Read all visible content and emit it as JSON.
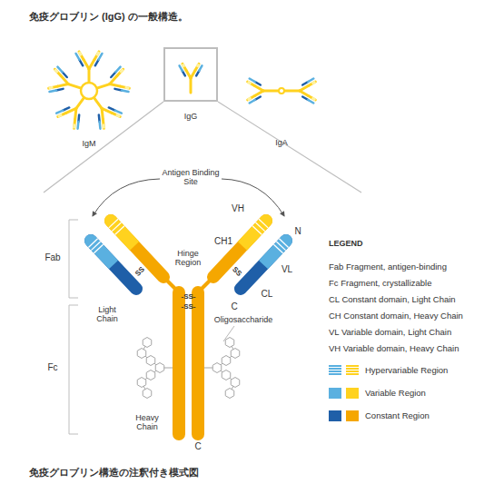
{
  "diagram": {
    "title": "免疫グロブリン (IgG) の一般構造。",
    "caption": "免疫グロブリン構造の注釈付き模式図",
    "nodes": [
      {
        "text": [
          "IgG"
        ]
      }
    ],
    "labels": [
      "IgM",
      "IgA",
      "Antigen Binding Site",
      "VH",
      "Fab",
      "CH1",
      "N",
      "Hinge Region",
      "SS",
      "SS",
      "VL",
      "-SS-",
      "-SS-",
      "LEGEND",
      "Light Chain",
      "CL",
      "C",
      "Fc",
      "Oligosaccharide",
      "Heavy Chain",
      "C"
    ],
    "legend": [
      {
        "text": "Fab Fragment, antigen-binding"
      },
      {
        "text": "Fc Fragment, crystallizable"
      },
      {
        "text": "CL Constant domain, Light Chain"
      },
      {
        "text": "CH Constant domain, Heavy Chain"
      },
      {
        "text": "VL Variable domain, Light Chain"
      },
      {
        "text": "VH Variable domain, Heavy Chain"
      },
      {
        "text": "Hypervariable Region"
      },
      {
        "text": "Variable Region",
        "color": "#5ab0e0"
      },
      {
        "text": "Constant Region",
        "color": "#1f5fa8"
      }
    ]
  }
}
